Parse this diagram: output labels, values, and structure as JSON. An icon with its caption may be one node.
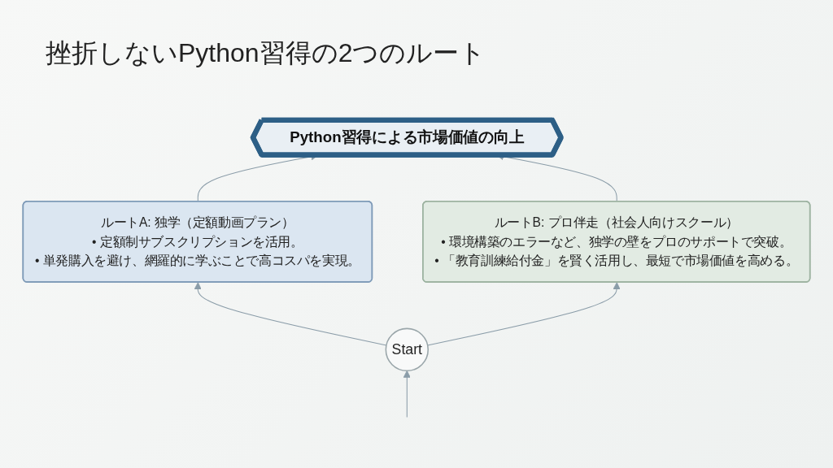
{
  "diagram": {
    "title": "挫折しないPython習得の2つのルート",
    "nodes": [
      {
        "text": [
          "Python習得による市場価値の向上"
        ]
      },
      {
        "text": [
          "ルートA: 独学（定額動画プラン）",
          "• 定額制サブスクリプションを活用。",
          "• 単発購入を避け、網羅的に学ぶことで高コスパを実現。"
        ]
      },
      {
        "text": [
          "ルートB: プロ伴走（社会人向けスクール）",
          "• 環境構築のエラーなど、独学の壁をプロのサポートで突破。",
          "• 「教育訓練給付金」を賢く活用し、最短で市場価値を高める。"
        ]
      },
      {
        "text": [
          "Start"
        ]
      }
    ],
    "edges": [
      {
        "from": 3,
        "to": 1,
        "arrow": "to"
      },
      {
        "from": 3,
        "to": 2,
        "arrow": "to"
      },
      {
        "from": 1,
        "to": 0,
        "arrow": "to"
      },
      {
        "from": 2,
        "to": 0,
        "arrow": "to"
      },
      {
        "from": null,
        "to": 3,
        "arrow": "to"
      }
    ]
  }
}
